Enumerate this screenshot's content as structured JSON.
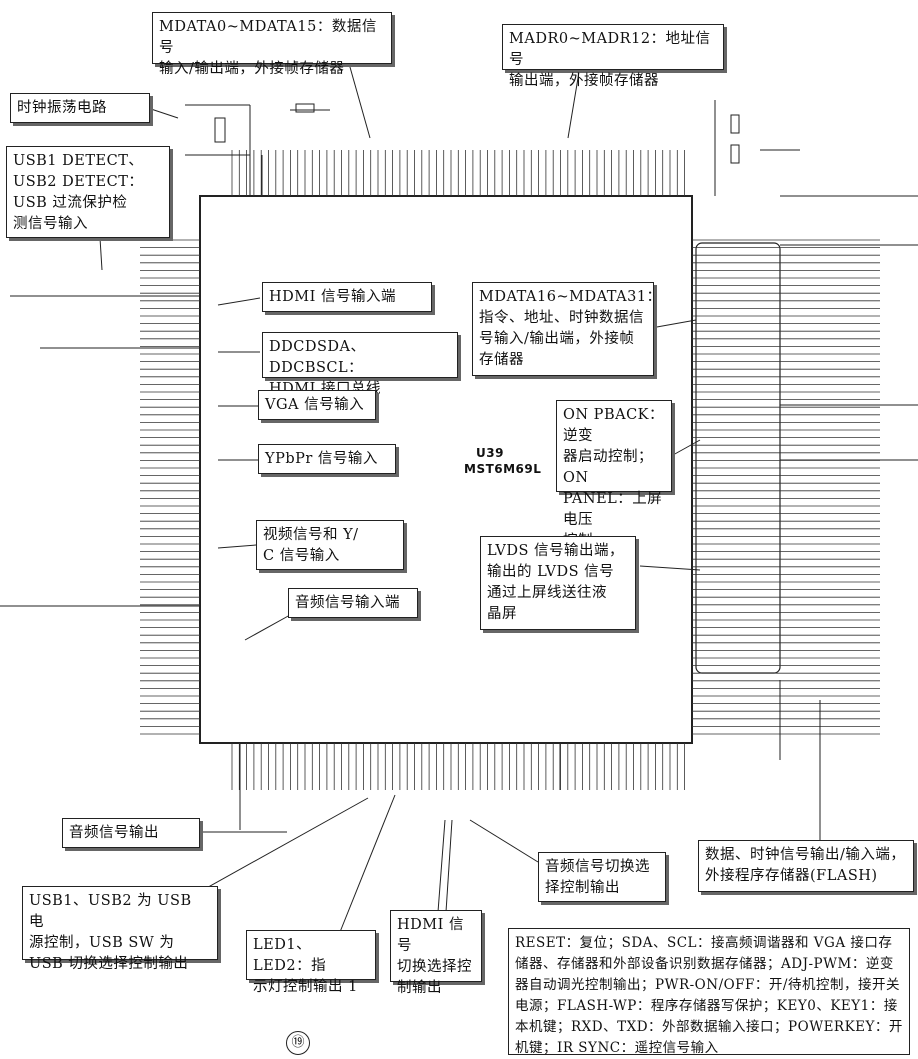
{
  "chip": {
    "ref": "U39",
    "model": "MST6M69L"
  },
  "callouts": {
    "mdata_low": "MDATA0~MDATA15：数据信号\n输入/输出端，外接帧存储器",
    "madr": "MADR0~MADR12：地址信号\n输出端，外接帧存储器",
    "clock": "时钟振荡电路",
    "usb_detect": "USB1 DETECT、\nUSB2 DETECT：\nUSB 过流保护检\n测信号输入",
    "hdmi_in": "HDMI 信号输入端",
    "ddc": "DDCDSDA、DDCBSCL：\nHDMI 接口总线",
    "vga": "VGA 信号输入",
    "ypbpr": "YPbPr 信号输入",
    "video": "视频信号和 Y/\nC 信号输入",
    "audio_in": "音频信号输入端",
    "mdata_high": "MDATA16~MDATA31：\n指令、地址、时钟数据信\n号输入/输出端，外接帧\n存储器",
    "onpback": "ON PBACK：逆变\n器启动控制；ON\nPANEL：上屏电压\n控制",
    "lvds": "LVDS 信号输出端，\n输出的 LVDS 信号\n通过上屏线送往液\n晶屏",
    "audio_out": "音频信号输出",
    "audio_switch": "音频信号切换选\n择控制输出",
    "flash": "数据、时钟信号输出/输入端，\n外接程序存储器(FLASH)",
    "usb_power": "USB1、USB2 为 USB 电\n源控制，USB SW 为\nUSB 切换选择控制输出",
    "led": "LED1、LED2：指\n示灯控制输出 1",
    "hdmi_switch": "HDMI 信号\n切换选择控\n制输出",
    "reset": "RESET：复位；SDA、SCL：接高频调谐器和 VGA 接口存储器、存储器和外部设备识别数据存储器；ADJ-PWM：逆变器自动调光控制输出；PWR-ON/OFF：开/待机控制，接开关电源；FLASH-WP：程序存储器写保护；KEY0、KEY1：接本机键；RXD、TXD：外部数据输入接口；POWERKEY：开机键；IR SYNC：遥控信号输入"
  },
  "page_number": "⑲",
  "colors": {
    "line": "#222222",
    "box_shadow": "#666666"
  }
}
